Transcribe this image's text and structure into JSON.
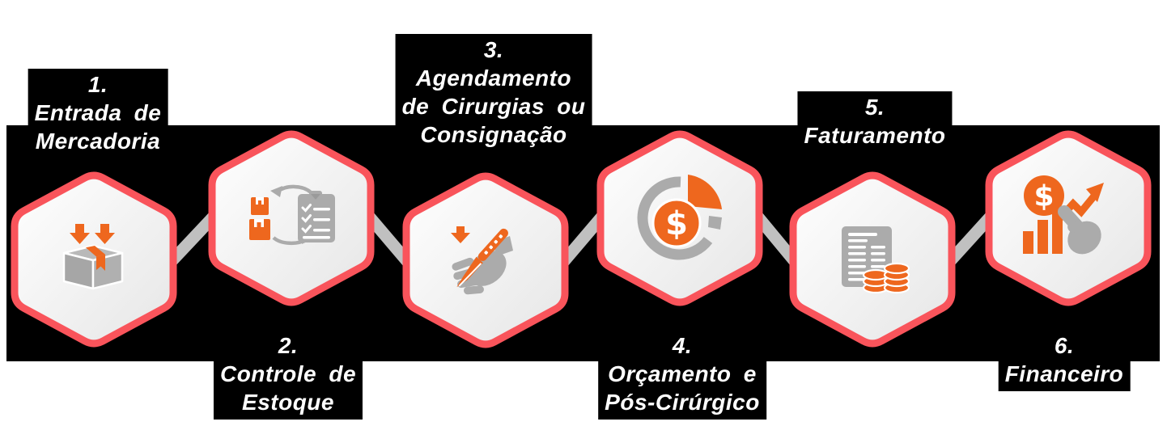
{
  "diagram": {
    "type": "process-flow",
    "step_count": 6
  },
  "steps": [
    {
      "number": "1.",
      "label": "Entrada de\nMercadoria",
      "icon": "box-receive-icon",
      "label_position": "top"
    },
    {
      "number": "2.",
      "label": "Controle de\nEstoque",
      "icon": "inventory-check-icon",
      "label_position": "bottom"
    },
    {
      "number": "3.",
      "label": "Agendamento\nde Cirurgias ou\nConsignação",
      "icon": "surgery-schedule-icon",
      "label_position": "top"
    },
    {
      "number": "4.",
      "label": "Orçamento e\nPós-Cirúrgico",
      "icon": "budget-pie-icon",
      "label_position": "bottom"
    },
    {
      "number": "5.",
      "label": "Faturamento",
      "icon": "invoice-coins-icon",
      "label_position": "top"
    },
    {
      "number": "6.",
      "label": "Financeiro",
      "icon": "finance-growth-icon",
      "label_position": "bottom"
    }
  ],
  "icon_symbols": {
    "coin_symbol": "$"
  },
  "colors": {
    "accent_red": "#f9545b",
    "icon_orange": "#ee671e",
    "icon_gray": "#ababab",
    "connector_gray": "#c0c0c0",
    "band_black": "#000000",
    "label_text": "#ffffff",
    "hex_fill_light": "#ffffff",
    "hex_fill_dark": "#e6e6e6"
  }
}
